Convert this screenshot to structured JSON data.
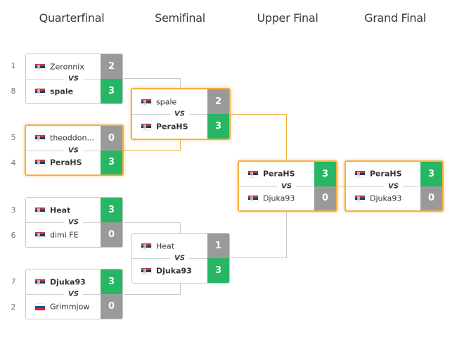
{
  "rounds": [
    "Quarterfinal",
    "Semifinal",
    "Upper Final",
    "Grand Final"
  ],
  "vs_label": "VS",
  "colors": {
    "win": "#27b664",
    "lose": "#9a9a9a",
    "highlight": "#f5b041",
    "connector": "#c9c9c9"
  },
  "quarterfinals": [
    {
      "top": {
        "seed": "1",
        "flag": "serbia-flag-icon",
        "name": "Zeronnix",
        "score": "2",
        "winner": false
      },
      "bottom": {
        "seed": "8",
        "flag": "serbia-flag-icon",
        "name": "spale",
        "score": "3",
        "winner": true
      },
      "highlighted": false
    },
    {
      "top": {
        "seed": "5",
        "flag": "serbia-flag-icon",
        "name": "theoddon...",
        "score": "0",
        "winner": false
      },
      "bottom": {
        "seed": "4",
        "flag": "serbia-flag-icon",
        "name": "PeraHS",
        "score": "3",
        "winner": true
      },
      "highlighted": true
    },
    {
      "top": {
        "seed": "3",
        "flag": "serbia-flag-icon",
        "name": "Heat",
        "score": "3",
        "winner": true
      },
      "bottom": {
        "seed": "6",
        "flag": "serbia-flag-icon",
        "name": "dimi FE",
        "score": "0",
        "winner": false
      },
      "highlighted": false
    },
    {
      "top": {
        "seed": "7",
        "flag": "serbia-flag-icon",
        "name": "Djuka93",
        "score": "3",
        "winner": true
      },
      "bottom": {
        "seed": "2",
        "flag": "slovenia-flag-icon",
        "name": "Grimmjow",
        "score": "0",
        "winner": false
      },
      "highlighted": false
    }
  ],
  "semifinals": [
    {
      "top": {
        "flag": "serbia-flag-icon",
        "name": "spale",
        "score": "2",
        "winner": false
      },
      "bottom": {
        "flag": "serbia-flag-icon",
        "name": "PeraHS",
        "score": "3",
        "winner": true
      },
      "highlighted": true
    },
    {
      "top": {
        "flag": "serbia-flag-icon",
        "name": "Heat",
        "score": "1",
        "winner": false
      },
      "bottom": {
        "flag": "serbia-flag-icon",
        "name": "Djuka93",
        "score": "3",
        "winner": true
      },
      "highlighted": false
    }
  ],
  "upper_final": {
    "top": {
      "flag": "serbia-flag-icon",
      "name": "PeraHS",
      "score": "3",
      "winner": true
    },
    "bottom": {
      "flag": "serbia-flag-icon",
      "name": "Djuka93",
      "score": "0",
      "winner": false
    },
    "highlighted": true
  },
  "grand_final": {
    "top": {
      "flag": "serbia-flag-icon",
      "name": "PeraHS",
      "score": "3",
      "winner": true
    },
    "bottom": {
      "flag": "serbia-flag-icon",
      "name": "Djuka93",
      "score": "0",
      "winner": false
    },
    "highlighted": true
  }
}
